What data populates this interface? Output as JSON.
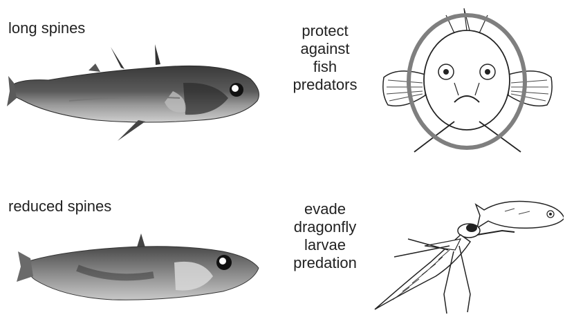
{
  "rows": [
    {
      "morph_label": "long spines",
      "effect_lines": [
        "protect",
        "against",
        "fish",
        "predators"
      ],
      "illustration": "fish-predator-front-view",
      "accent_color": "#7f7f7f"
    },
    {
      "morph_label": "reduced spines",
      "effect_lines": [
        "evade",
        "dragonfly",
        "larvae",
        "predation"
      ],
      "illustration": "dragonfly-larva-catching-fish"
    }
  ]
}
